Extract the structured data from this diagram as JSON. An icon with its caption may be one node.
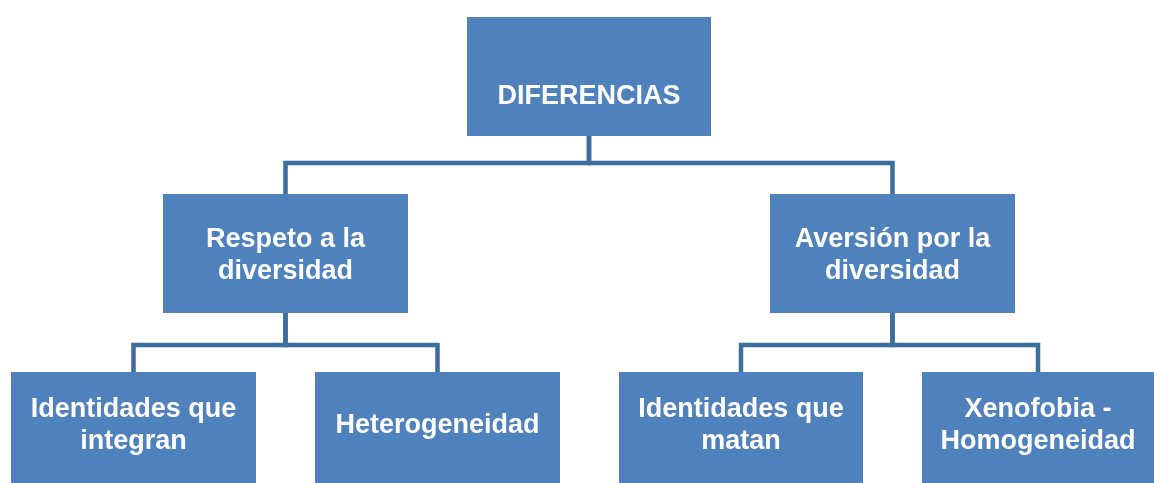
{
  "diagram": {
    "nodes": [
      {
        "text": [
          "DIFERENCIAS"
        ]
      },
      {
        "text": [
          "Respeto a la diversidad"
        ]
      },
      {
        "text": [
          "Aversión por la diversidad"
        ]
      },
      {
        "text": [
          "Identidades que integran"
        ]
      },
      {
        "text": [
          "Heterogeneidad"
        ]
      },
      {
        "text": [
          "Identidades que matan"
        ]
      },
      {
        "text": [
          "Xenofobia - Homogeneidad"
        ]
      }
    ],
    "edges": [
      {
        "from": 0,
        "to": 1,
        "arrow": "none"
      },
      {
        "from": 0,
        "to": 2,
        "arrow": "none"
      },
      {
        "from": 1,
        "to": 3,
        "arrow": "none"
      },
      {
        "from": 1,
        "to": 4,
        "arrow": "none"
      },
      {
        "from": 2,
        "to": 5,
        "arrow": "none"
      },
      {
        "from": 2,
        "to": 6,
        "arrow": "none"
      }
    ]
  }
}
